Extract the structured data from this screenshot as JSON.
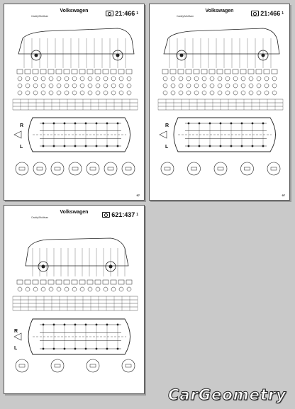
{
  "sheets": [
    {
      "id": "sheet-1",
      "title": "Volkswagen",
      "subtitle": "Caddy/Multivan",
      "code": "21:466",
      "code_suffix": "1",
      "page": "97",
      "label_r": "R",
      "label_l": "L"
    },
    {
      "id": "sheet-2",
      "title": "Volkswagen",
      "subtitle": "Caddy/Multivan",
      "code": "21:466",
      "code_suffix": "1",
      "page": "97",
      "label_r": "R",
      "label_l": "L"
    },
    {
      "id": "sheet-3",
      "title": "Volkswagen",
      "subtitle": "Caddy/Multivan",
      "code": "621:437",
      "code_suffix": "1",
      "page": "",
      "label_r": "R",
      "label_l": "L"
    }
  ],
  "logo": "CarGeometry",
  "colors": {
    "background": "#c9c9c9",
    "paper": "#ffffff",
    "ink": "#111111"
  }
}
